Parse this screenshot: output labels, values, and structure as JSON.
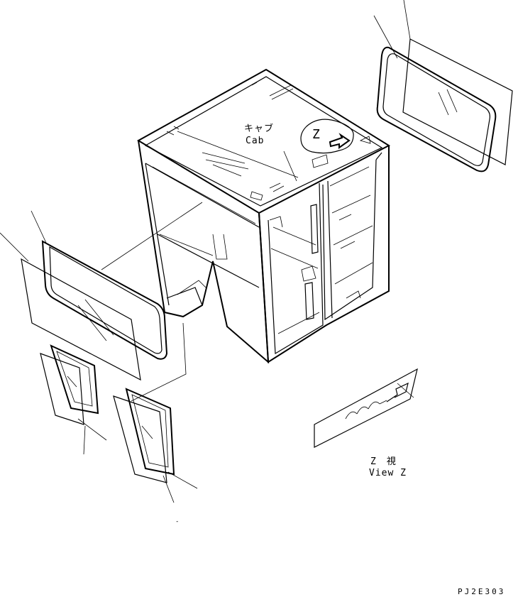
{
  "labels": {
    "cab_jp": "キャブ",
    "cab_en": "Cab",
    "view_marker": "Z",
    "view_jp": "Z　視",
    "view_en": "View Z",
    "drawing_code": "PJ2E303",
    "stray_mark": "-"
  }
}
